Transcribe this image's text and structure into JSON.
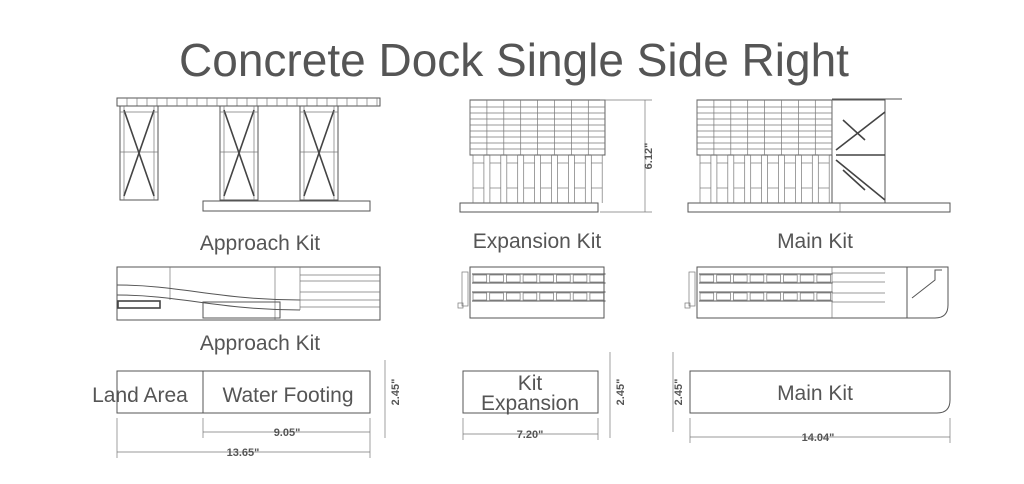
{
  "title": "Concrete Dock Single Side Right",
  "labels": {
    "approach_elevation": "Approach Kit",
    "expansion_elevation": "Expansion Kit",
    "main_elevation": "Main Kit",
    "approach_plan": "Approach Kit",
    "land_area": "Land Area",
    "water_footing": "Water Footing",
    "kit_expansion_line1": "Kit",
    "kit_expansion_line2": "Expansion",
    "main_kit_box": "Main Kit"
  },
  "dimensions": {
    "expansion_height": "6.12\"",
    "approach_width": "2.45\"",
    "expansion_width": "2.45\"",
    "main_width": "2.45\"",
    "water_footing_length": "9.05\"",
    "approach_total_length": "13.65\"",
    "expansion_length": "7.20\"",
    "main_length": "14.04\""
  }
}
